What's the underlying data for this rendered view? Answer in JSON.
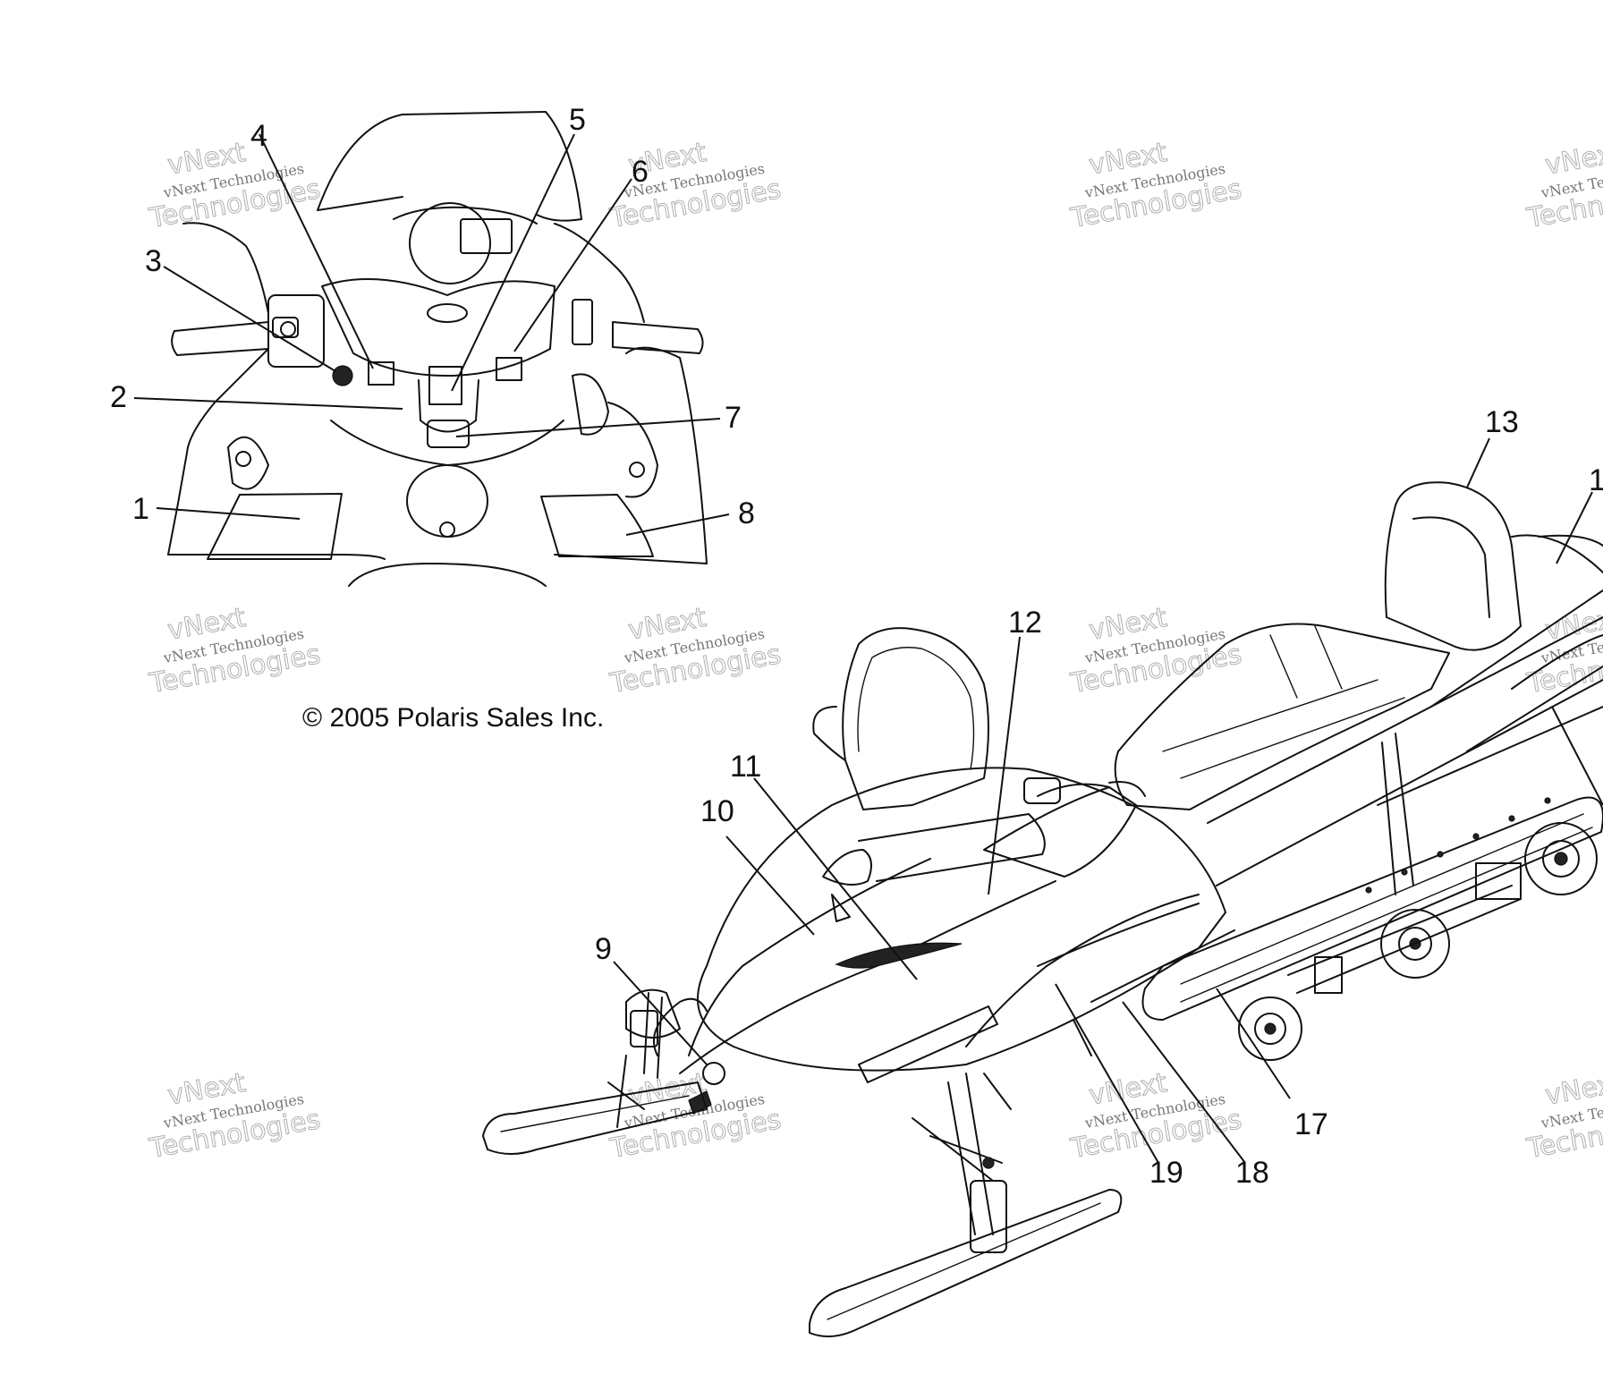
{
  "copyright": "© 2005 Polaris Sales Inc.",
  "watermark": {
    "brand": "vNext",
    "company": "vNext Technologies",
    "big": "Technologies"
  },
  "callouts": {
    "c1": "1",
    "c2": "2",
    "c3": "3",
    "c4": "4",
    "c5": "5",
    "c6": "6",
    "c7": "7",
    "c8": "8",
    "c9": "9",
    "c10": "10",
    "c11": "11",
    "c12": "12",
    "c13": "13",
    "c14": "1",
    "c17": "17",
    "c18": "18",
    "c19": "19"
  }
}
